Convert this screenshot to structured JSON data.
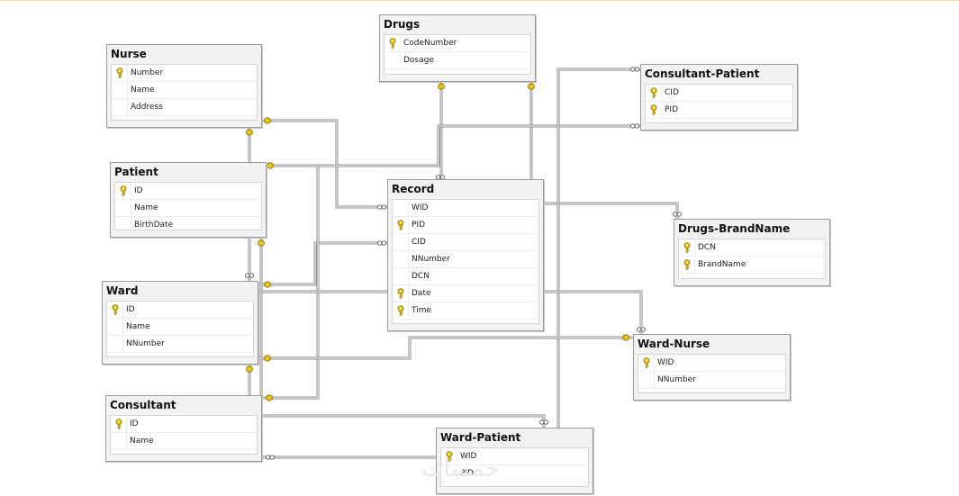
{
  "diagram": {
    "colors": {
      "line": "#808080",
      "key": "#e8c619",
      "background": "#ffffff",
      "box": "#f2f2f2"
    },
    "tables": [
      {
        "id": "nurse",
        "title": "Nurse",
        "columns": [
          {
            "name": "Number",
            "key": true
          },
          {
            "name": "Name",
            "key": false
          },
          {
            "name": "Address",
            "key": false
          }
        ]
      },
      {
        "id": "drugs",
        "title": "Drugs",
        "columns": [
          {
            "name": "CodeNumber",
            "key": true
          },
          {
            "name": "Dosage",
            "key": false
          }
        ]
      },
      {
        "id": "consultant-patient",
        "title": "Consultant-Patient",
        "columns": [
          {
            "name": "CID",
            "key": true
          },
          {
            "name": "PID",
            "key": true
          }
        ]
      },
      {
        "id": "patient",
        "title": "Patient",
        "columns": [
          {
            "name": "ID",
            "key": true
          },
          {
            "name": "Name",
            "key": false
          },
          {
            "name": "BirthDate",
            "key": false
          }
        ]
      },
      {
        "id": "record",
        "title": "Record",
        "columns": [
          {
            "name": "WID",
            "key": false
          },
          {
            "name": "PID",
            "key": true
          },
          {
            "name": "CID",
            "key": false
          },
          {
            "name": "NNumber",
            "key": false
          },
          {
            "name": "DCN",
            "key": false
          },
          {
            "name": "Date",
            "key": true
          },
          {
            "name": "Time",
            "key": true
          }
        ]
      },
      {
        "id": "drugs-brandname",
        "title": "Drugs-BrandName",
        "columns": [
          {
            "name": "DCN",
            "key": true
          },
          {
            "name": "BrandName",
            "key": true
          }
        ]
      },
      {
        "id": "ward",
        "title": "Ward",
        "columns": [
          {
            "name": "ID",
            "key": true
          },
          {
            "name": "Name",
            "key": false
          },
          {
            "name": "NNumber",
            "key": false
          }
        ]
      },
      {
        "id": "ward-nurse",
        "title": "Ward-Nurse",
        "columns": [
          {
            "name": "WID",
            "key": true
          },
          {
            "name": "NNumber",
            "key": false
          }
        ]
      },
      {
        "id": "consultant",
        "title": "Consultant",
        "columns": [
          {
            "name": "ID",
            "key": true
          },
          {
            "name": "Name",
            "key": false
          }
        ]
      },
      {
        "id": "ward-patient",
        "title": "Ward-Patient",
        "columns": [
          {
            "name": "WID",
            "key": true
          },
          {
            "name": "PID",
            "key": false
          }
        ]
      }
    ],
    "watermark": "خمسات"
  }
}
